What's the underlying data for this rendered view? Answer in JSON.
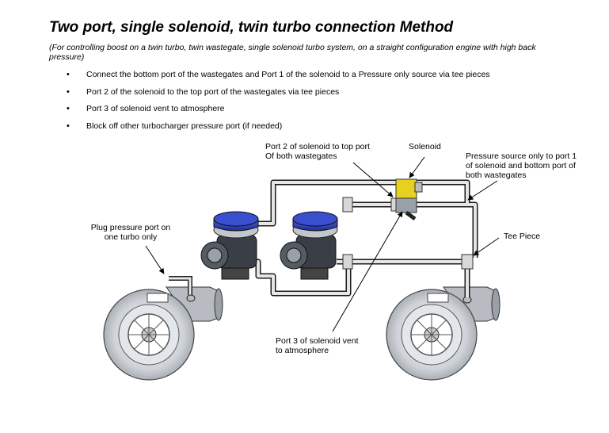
{
  "title": "Two port, single solenoid, twin turbo connection Method",
  "subtitle": "(For controlling boost on a twin turbo, twin wastegate, single solenoid turbo system, on a straight configuration engine with high back pressure)",
  "steps": [
    "Connect the bottom port of the wastegates and Port 1 of the solenoid to a Pressure only source via tee pieces",
    "Port 2 of the solenoid to the top port of the wastegates via tee pieces",
    "Port 3 of solenoid vent to atmosphere",
    "Block off other turbocharger pressure port (if needed)"
  ],
  "labels": {
    "port2": "Port 2 of solenoid to top port\nOf both wastegates",
    "solenoid": "Solenoid",
    "pressure_source": "Pressure source only to port 1\nof solenoid and bottom port of\nboth wastegates",
    "plug": "Plug pressure port on\none turbo only",
    "tee": "Tee Piece",
    "port3": "Port 3 of solenoid vent\nto atmosphere"
  },
  "colors": {
    "wastegate_cap": "#2a3fbf",
    "solenoid": "#e6d21e",
    "hose": "#1a1a1a",
    "turbo": "#cfd3d8"
  }
}
